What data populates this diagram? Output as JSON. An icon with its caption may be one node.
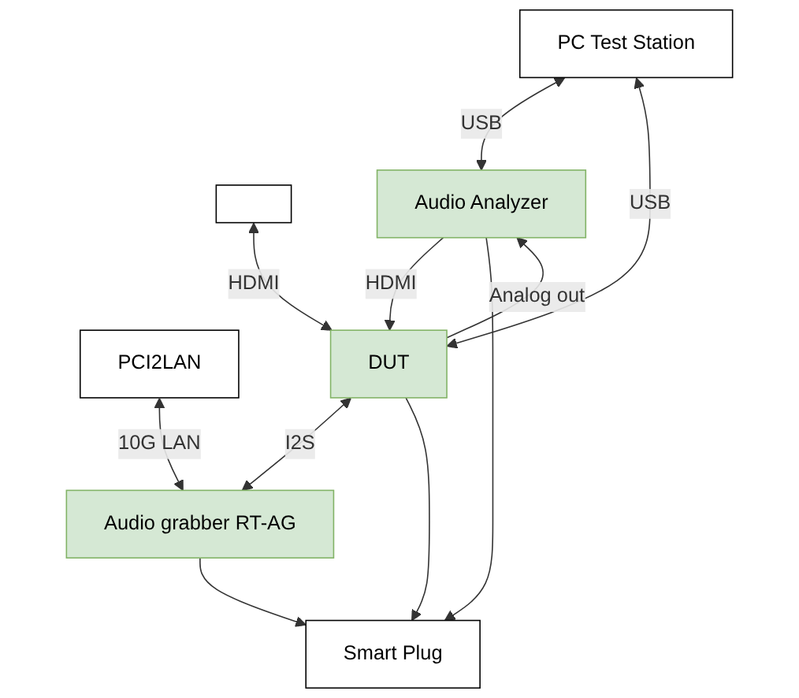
{
  "diagram": {
    "nodes": [
      {
        "text": [
          "PC Test Station"
        ]
      },
      {
        "text": [],
        "shape": "box"
      },
      {
        "text": [
          "PCI2LAN"
        ]
      },
      {
        "text": [
          "Audio Analyzer"
        ]
      },
      {
        "text": [
          "DUT"
        ]
      },
      {
        "text": [
          "Audio grabber RT-AG"
        ]
      },
      {
        "text": [
          "Smart Plug"
        ]
      }
    ],
    "edges": [
      {
        "from": 0,
        "to": 3,
        "arrow": "both",
        "label": "USB"
      },
      {
        "from": 1,
        "to": 4,
        "arrow": "both",
        "label": "HDMI"
      },
      {
        "from": 0,
        "to": 4,
        "arrow": "both",
        "label": "USB"
      },
      {
        "from": 2,
        "to": 5,
        "arrow": "both",
        "label": "10G LAN"
      },
      {
        "from": 3,
        "to": 4,
        "arrow": "to",
        "label": "HDMI"
      },
      {
        "from": 4,
        "to": 3,
        "arrow": "to",
        "label": "Analog out"
      },
      {
        "from": 4,
        "to": 5,
        "arrow": "both",
        "label": "I2S"
      },
      {
        "from": 3,
        "to": 6,
        "arrow": "to"
      },
      {
        "from": 4,
        "to": 6,
        "arrow": "to"
      },
      {
        "from": 5,
        "to": 6,
        "arrow": "to"
      }
    ]
  }
}
